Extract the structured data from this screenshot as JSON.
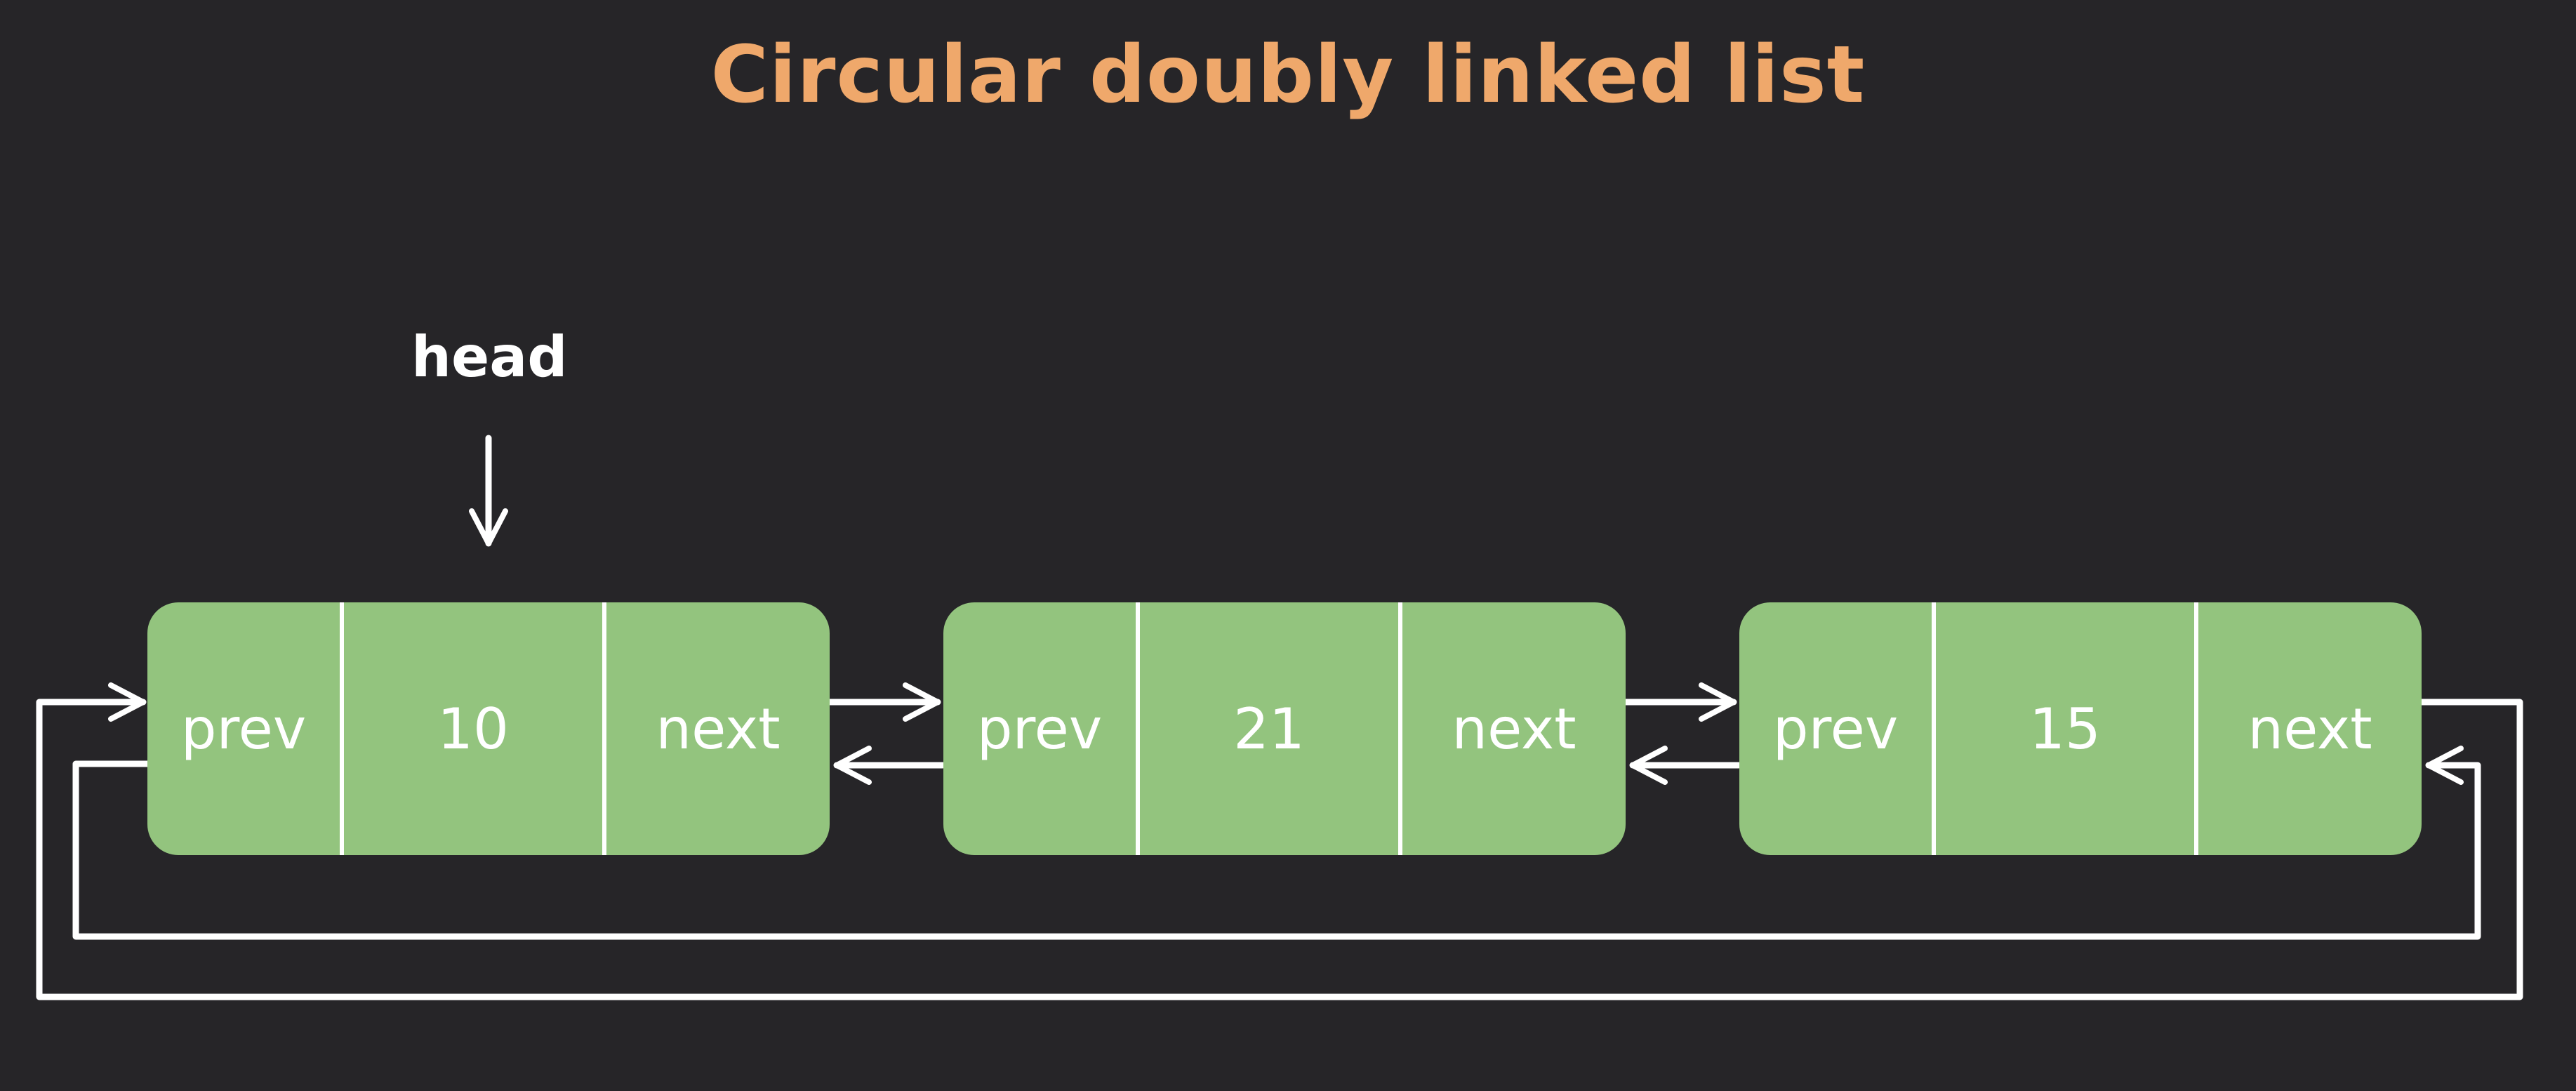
{
  "title": "Circular doubly linked list",
  "head_label": "head",
  "nodes": [
    {
      "prev": "prev",
      "value": "10",
      "next": "next"
    },
    {
      "prev": "prev",
      "value": "21",
      "next": "next"
    },
    {
      "prev": "prev",
      "value": "15",
      "next": "next"
    }
  ],
  "colors": {
    "background": "#262528",
    "title": "#efa86b",
    "node_fill": "#93c47e",
    "link": "#ffffff"
  }
}
